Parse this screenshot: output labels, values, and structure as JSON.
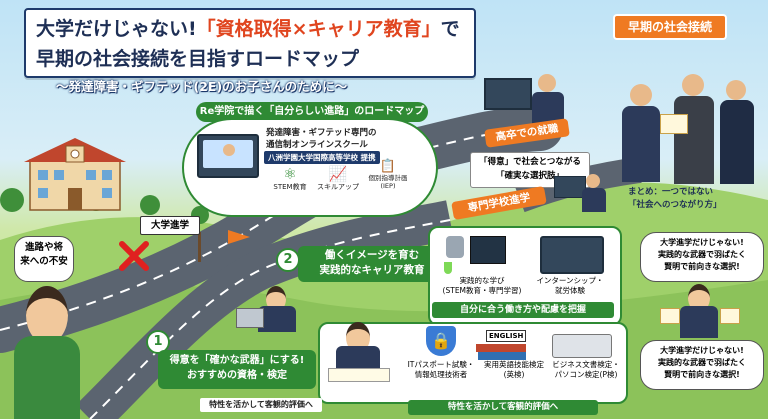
{
  "title": {
    "line1_a": "大学だけじゃない!",
    "line1_b": "「資格取得×キャリア教育」",
    "line1_c": "で",
    "line2": "早期の社会接続を目指すロードマップ",
    "subtitle": "〜発達障害・ギフテッド(2E)のお子さんのために〜"
  },
  "roadmap_card": {
    "header": "Re学院で描く「自分らしい進路」のロードマップ",
    "line1": "発達障害・ギフテッド専門の",
    "line2": "通信制オンラインスクール",
    "badge": "八洲学園大学国際高等学校 提携",
    "features": [
      {
        "label": "STEM教育",
        "icon": "atom-icon"
      },
      {
        "label": "スキルアップ",
        "icon": "growth-chart-icon"
      },
      {
        "label": "個別指導計画\n(IEP)",
        "icon": "clipboard-icon"
      }
    ]
  },
  "early_social": "早期の社会接続",
  "highschool_job": "高卒での就職",
  "vocational": "専門学校進学",
  "tokui_1": "「得意」で社会とつながる",
  "tokui_2": "「確実な選択肢」",
  "matome_1": "まとめ：一つではない",
  "matome_2": "「社会へのつながり方」",
  "university": "大学進学",
  "worry": "進路や将\n来への不安",
  "section2": {
    "num": "2",
    "title_1": "働くイメージを育む",
    "title_2": "実践的なキャリア教育",
    "item1": "実践的な学び\n(STEM教育・専門学習)",
    "item2": "インターンシップ・\n就労体験",
    "footer": "自分に合う働き方や配慮を把握"
  },
  "section1": {
    "num": "1",
    "title_1": "得意を「確かな武器」にする!",
    "title_2": "おすすめの資格・検定",
    "item1": "ITパスポート試験・\n情報処理技術者",
    "item2": "実用英語技能検定\n(英検)",
    "item3": "ビジネス文書検定・\nパソコン検定(P検)",
    "book_label": "ENGLISH",
    "footer_left": "特性を活かして客観的評価へ",
    "footer_right": "特性を活かして客観的評価へ"
  },
  "speech_top": "大学進学だけじゃない!\n実践的な武器で羽ばたく\n賢明で前向きな選択!",
  "speech_bottom": "大学進学だけじゃない!\n実践的な武器で羽ばたく\n賢明で前向きな選択!",
  "colors": {
    "green": "#2f8a34",
    "orange": "#ef7a22",
    "navy": "#1e3a6b",
    "red": "#e0451f"
  }
}
